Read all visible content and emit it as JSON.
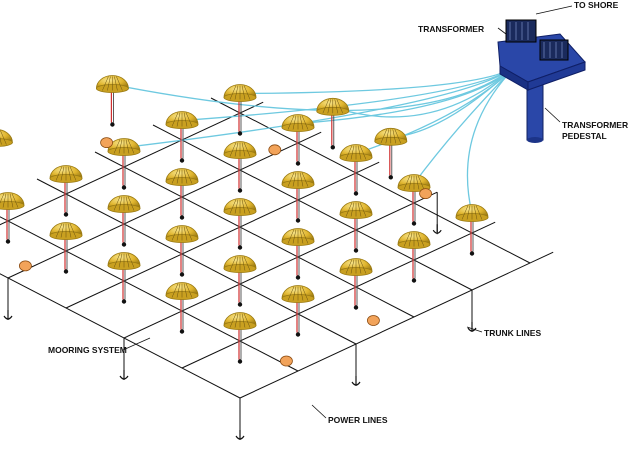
{
  "labels": {
    "to_shore": "TO SHORE",
    "transformer": "TRANSFORMER",
    "transformer_pedestal_1": "TRANSFORMER",
    "transformer_pedestal_2": "PEDESTAL",
    "trunk_lines": "TRUNK LINES",
    "mooring_system": "MOORING SYSTEM",
    "power_lines": "POWER LINES"
  },
  "colors": {
    "buoy": "#e8c23a",
    "buoy_dark": "#9a7a12",
    "transformer": "#2a47a8",
    "trunk_line": "#6ec9e0",
    "power_line": "#d03030",
    "float": "#f2a35a",
    "mooring": "#111111"
  }
}
